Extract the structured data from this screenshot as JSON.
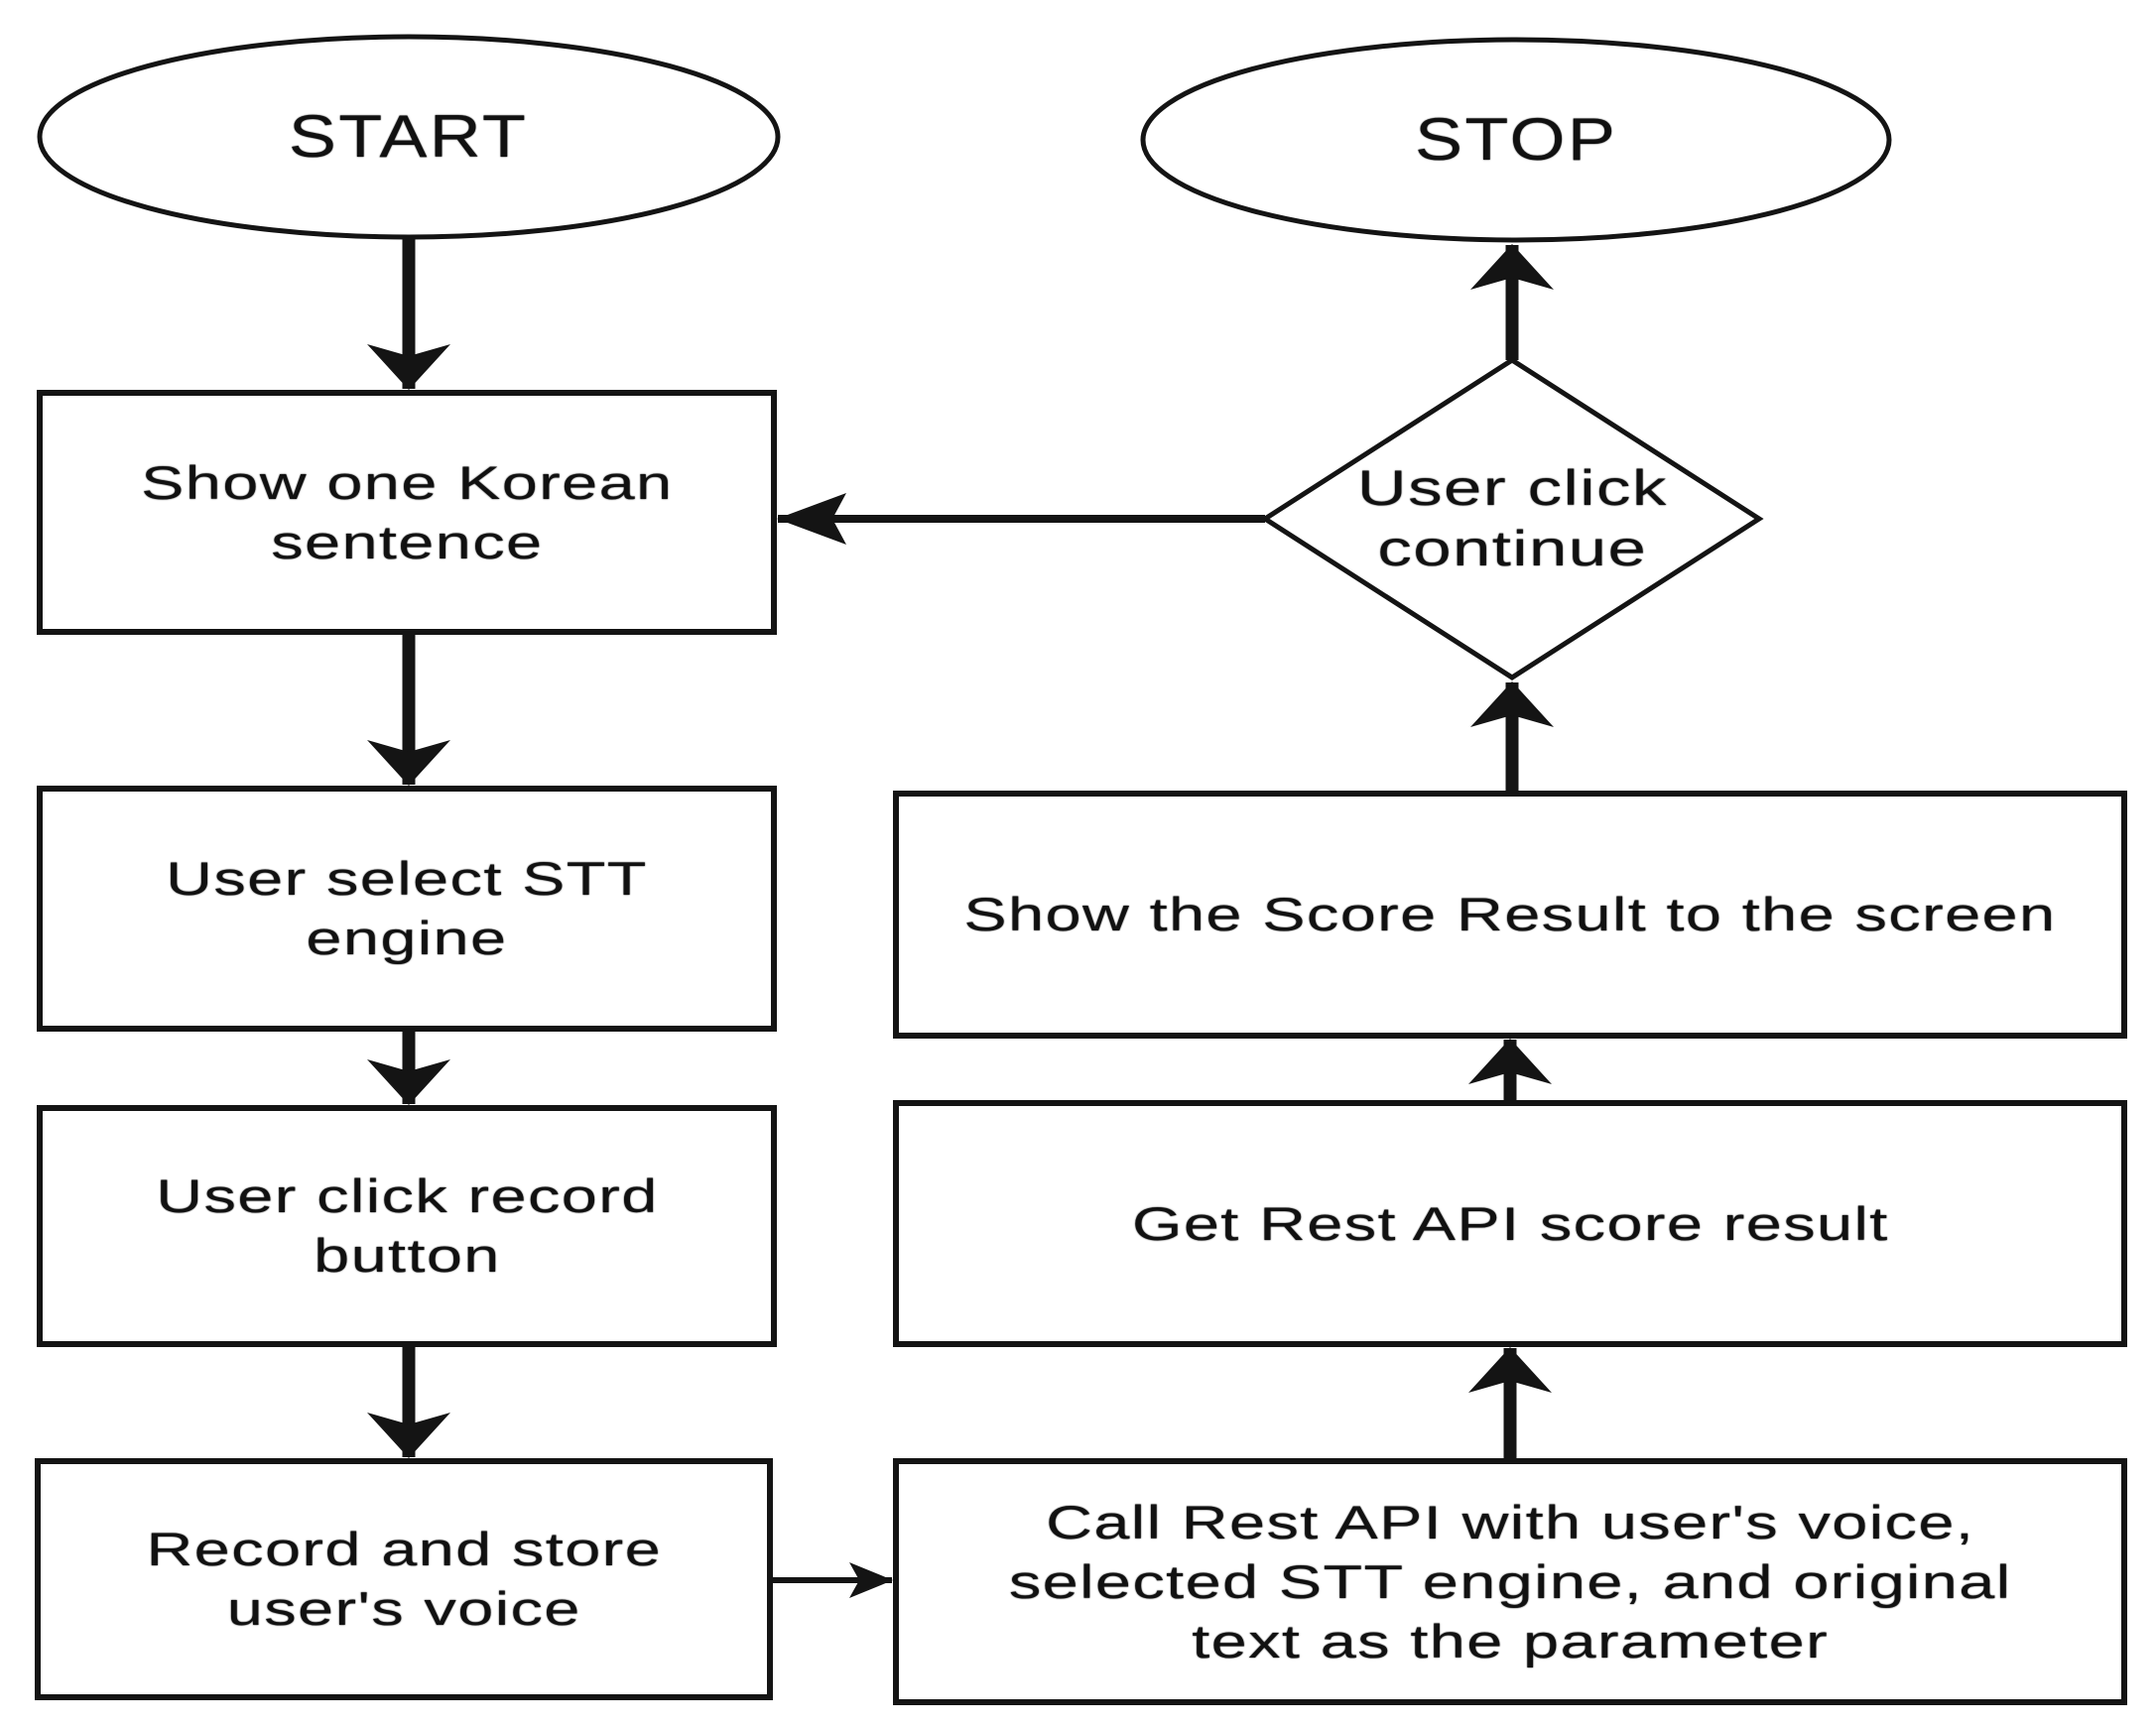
{
  "flowchart": {
    "nodes": {
      "start": {
        "type": "terminator",
        "label": "START"
      },
      "show_sentence": {
        "type": "process",
        "label": "Show one Korean\nsentence"
      },
      "select_engine": {
        "type": "process",
        "label": "User select STT\nengine"
      },
      "click_record": {
        "type": "process",
        "label": "User click record\nbutton"
      },
      "record_store": {
        "type": "process",
        "label": "Record and store\nuser's voice"
      },
      "call_api": {
        "type": "process",
        "label": "Call Rest API with user's voice,\nselected STT engine, and original\ntext as the parameter"
      },
      "get_result": {
        "type": "process",
        "label": "Get Rest API score result"
      },
      "show_score": {
        "type": "process",
        "label": "Show the Score Result to the screen"
      },
      "user_continue": {
        "type": "decision",
        "label": "User click\ncontinue"
      },
      "stop": {
        "type": "terminator",
        "label": "STOP"
      }
    },
    "edges": [
      {
        "from": "start",
        "to": "show_sentence"
      },
      {
        "from": "show_sentence",
        "to": "select_engine"
      },
      {
        "from": "select_engine",
        "to": "click_record"
      },
      {
        "from": "click_record",
        "to": "record_store"
      },
      {
        "from": "record_store",
        "to": "call_api"
      },
      {
        "from": "call_api",
        "to": "get_result"
      },
      {
        "from": "get_result",
        "to": "show_score"
      },
      {
        "from": "show_score",
        "to": "user_continue"
      },
      {
        "from": "user_continue",
        "to": "stop"
      },
      {
        "from": "user_continue",
        "to": "show_sentence"
      }
    ],
    "colors": {
      "stroke": "#141414",
      "fill": "#ffffff",
      "text": "#111111",
      "background": "#ffffff"
    }
  }
}
